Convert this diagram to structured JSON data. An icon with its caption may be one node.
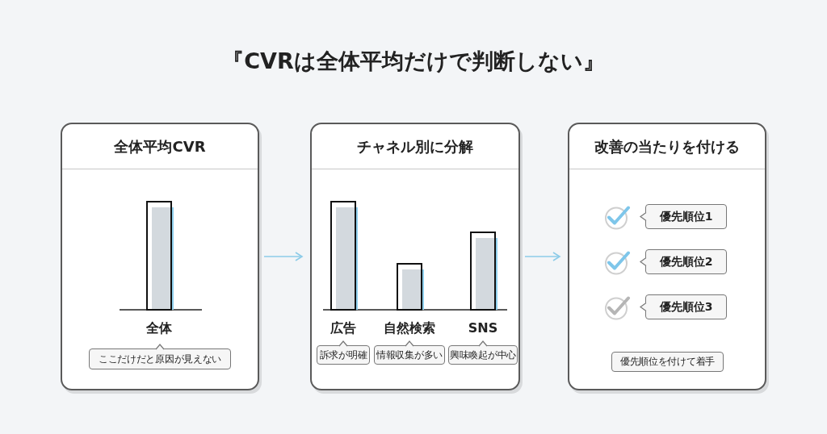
{
  "diagram": {
    "title": "『CVRは全体平均だけで判断しない』",
    "nodes": [
      {
        "text": [
          "全体平均CVR"
        ]
      },
      {
        "text": [
          "ここだけだと原因が見えない"
        ],
        "in": 0
      },
      {
        "text": [
          "チャネル別に分解"
        ]
      },
      {
        "text": [
          "訴求が明確"
        ],
        "in": 2
      },
      {
        "text": [
          "情報収集が多い"
        ],
        "in": 2
      },
      {
        "text": [
          "興味喚起が中心"
        ],
        "in": 2
      },
      {
        "text": [
          "改善の当たりを付ける"
        ]
      },
      {
        "text": [
          "優先順位1"
        ],
        "in": 6
      },
      {
        "text": [
          "優先順位2"
        ],
        "in": 6
      },
      {
        "text": [
          "優先順位3"
        ],
        "in": 6
      },
      {
        "text": [
          "優先順位を付けて着手"
        ],
        "in": 6
      }
    ],
    "edges": [
      {
        "from": 0,
        "to": 2,
        "arrow": "to"
      },
      {
        "from": 2,
        "to": 6,
        "arrow": "to"
      }
    ],
    "labels": [
      "全体",
      "広告",
      "自然検索",
      "SNS"
    ]
  }
}
